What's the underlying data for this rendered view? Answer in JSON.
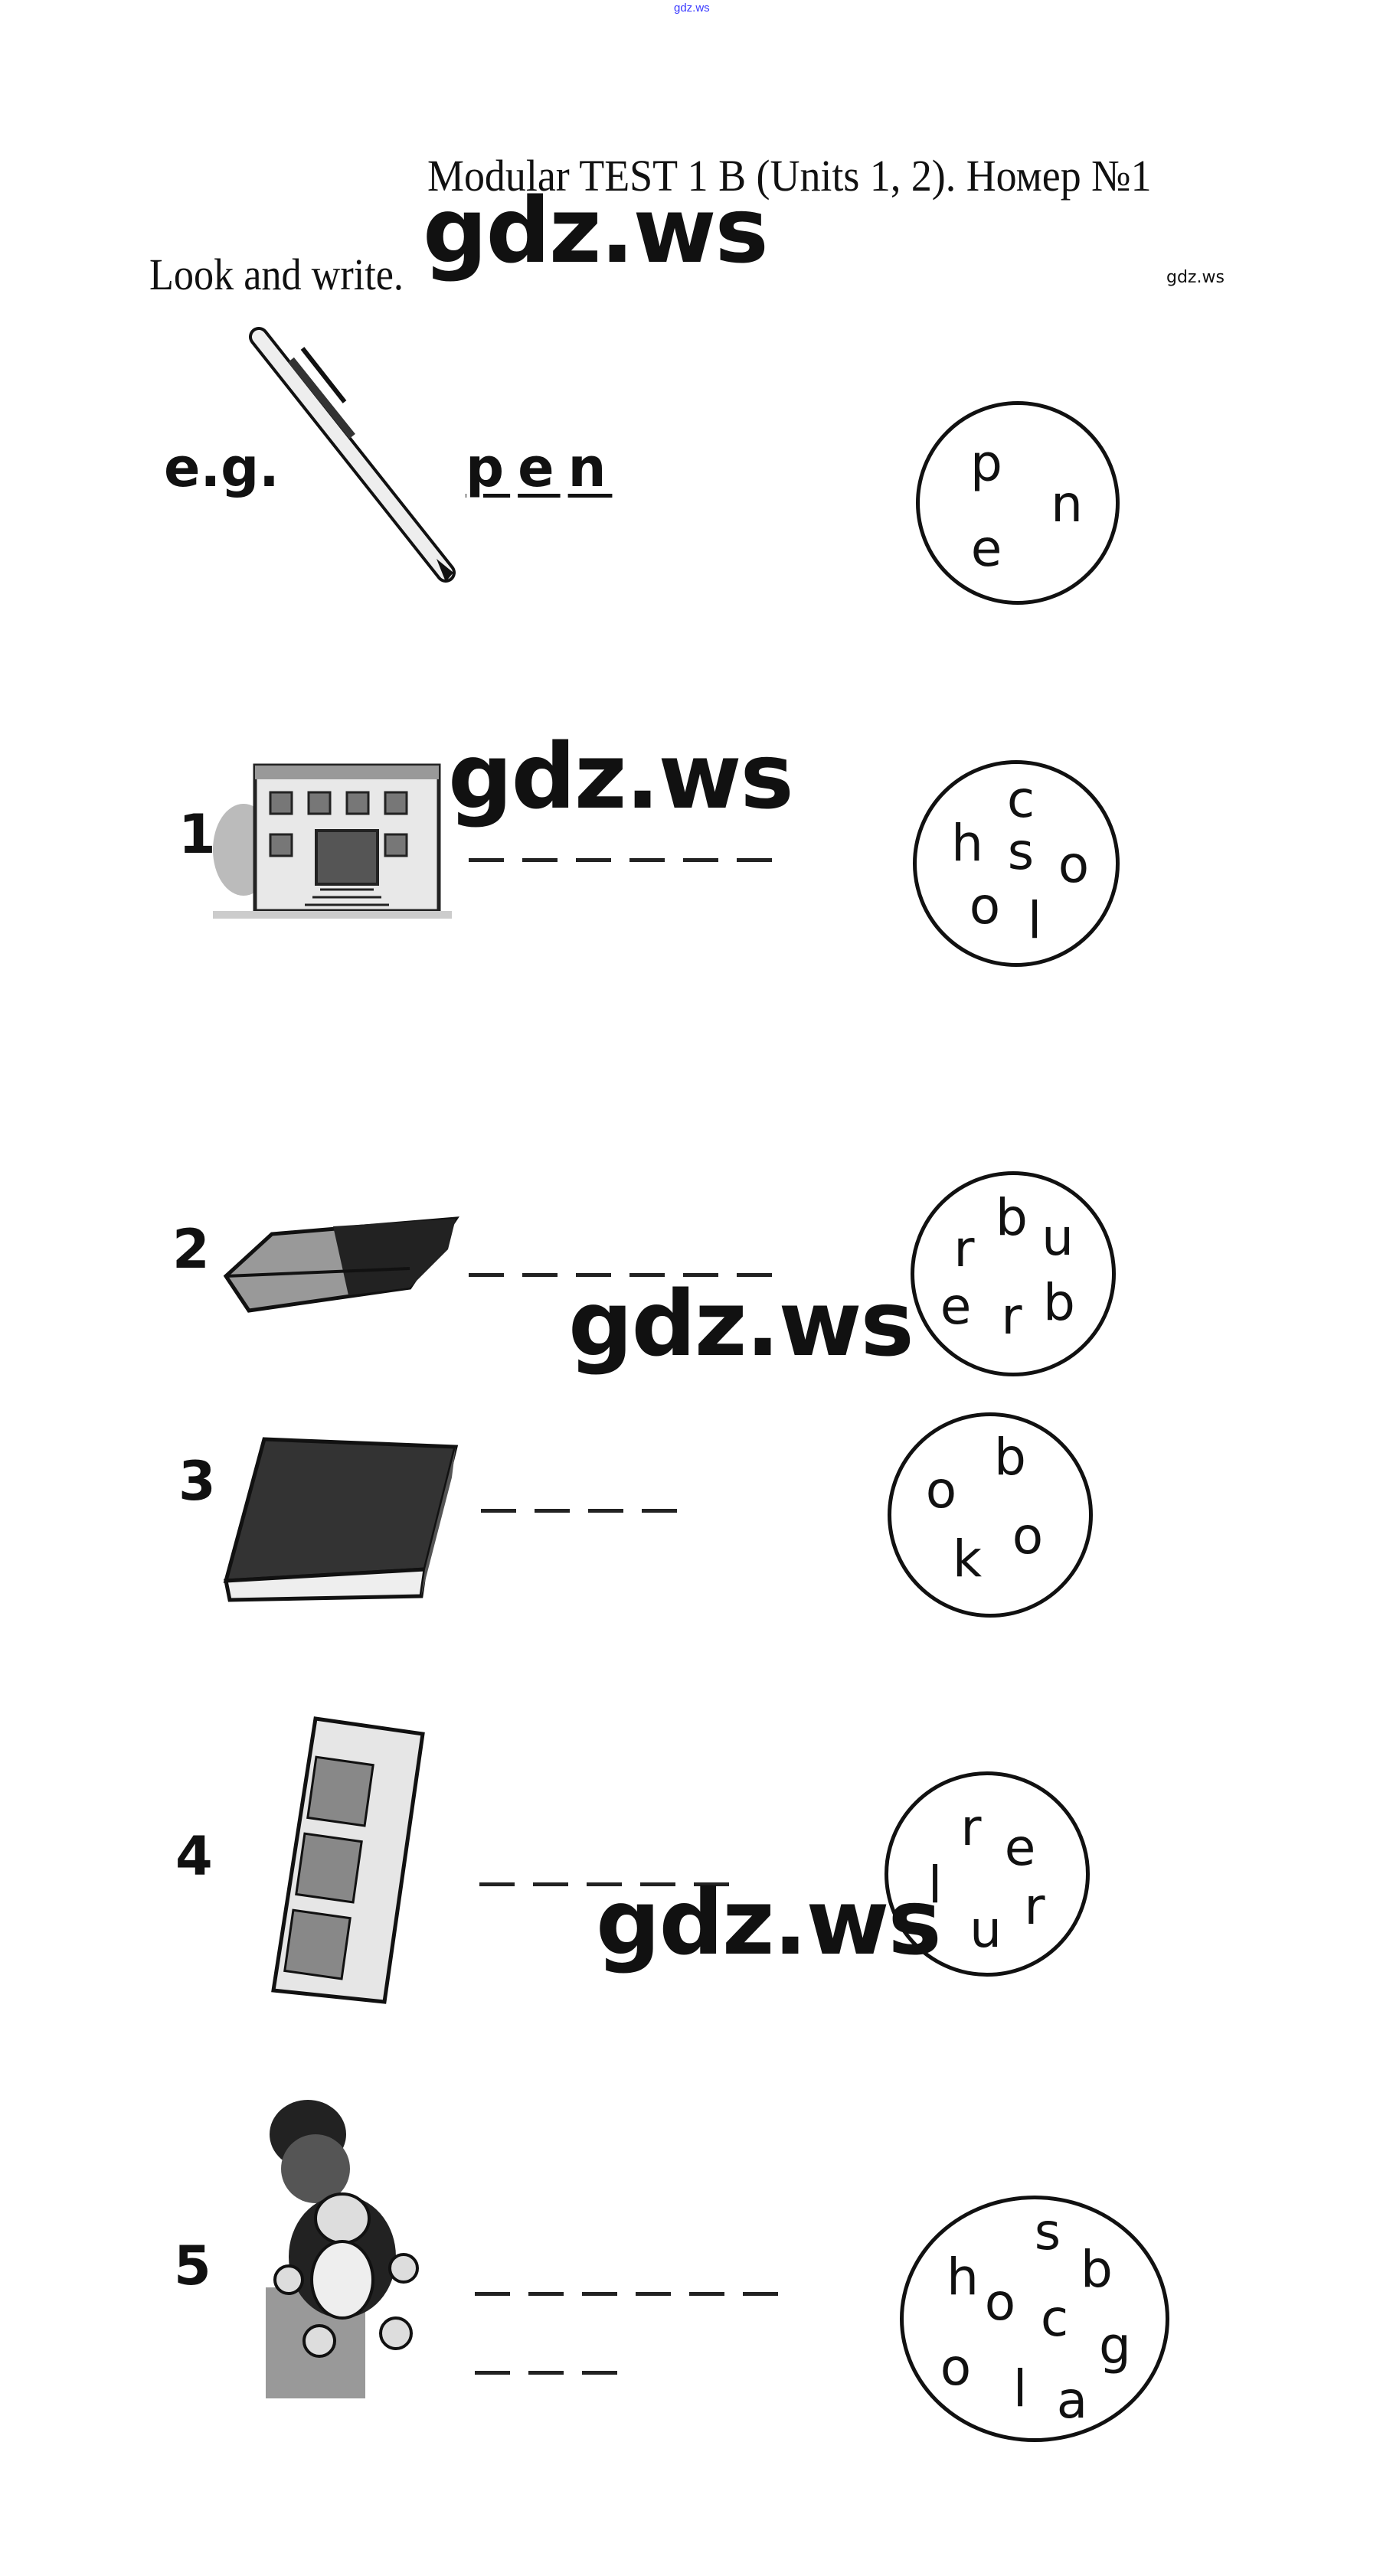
{
  "watermark": {
    "top": "gdz.ws",
    "big": "gdz.ws",
    "small": "gdz.ws"
  },
  "title": "Modular TEST 1 B (Units 1, 2). Номер №1",
  "instruction": "Look and write.",
  "example": {
    "label": "e.g.",
    "word": [
      "p",
      "e",
      "n"
    ],
    "letters": [
      "p",
      "n",
      "e"
    ],
    "picture": "pen-icon"
  },
  "items": [
    {
      "number": "1",
      "picture": "school-building-icon",
      "blanks": 6,
      "letters": [
        "c",
        "h",
        "s",
        "o",
        "o",
        "l"
      ]
    },
    {
      "number": "2",
      "picture": "rubber-icon",
      "blanks": 6,
      "letters": [
        "b",
        "u",
        "r",
        "e",
        "r",
        "b"
      ]
    },
    {
      "number": "3",
      "picture": "book-icon",
      "blanks": 4,
      "letters": [
        "b",
        "o",
        "o",
        "k"
      ]
    },
    {
      "number": "4",
      "picture": "ruler-icon",
      "blanks": 5,
      "letters": [
        "r",
        "e",
        "l",
        "r",
        "u"
      ]
    },
    {
      "number": "5",
      "picture": "schoolbag-with-toys-icon",
      "blanks": [
        6,
        3
      ],
      "letters": [
        "s",
        "b",
        "h",
        "o",
        "c",
        "g",
        "o",
        "l",
        "a"
      ]
    }
  ]
}
